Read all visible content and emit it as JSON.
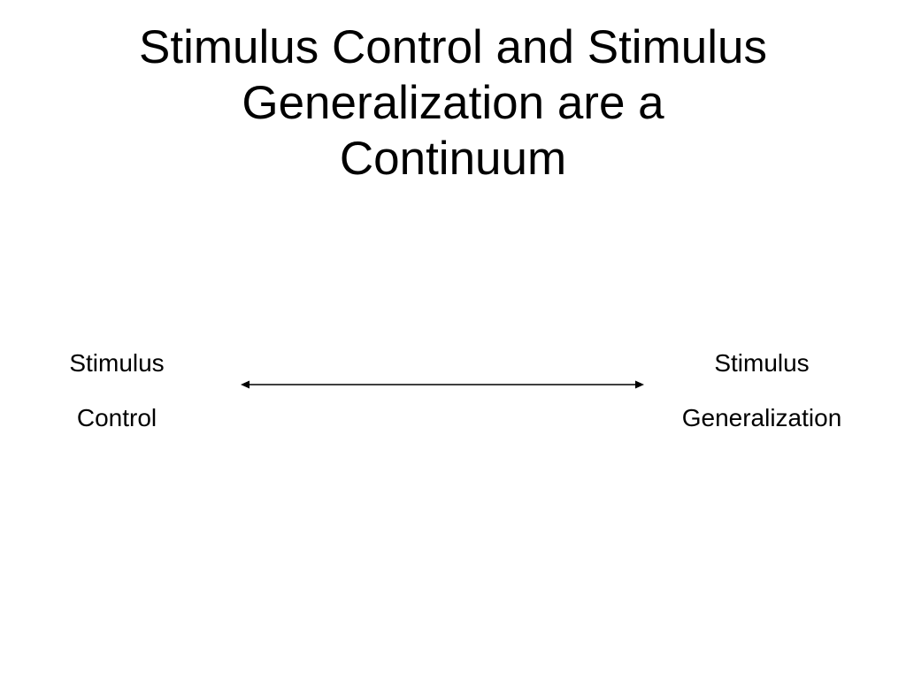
{
  "slide": {
    "title_lines": [
      "Stimulus Control and Stimulus",
      "Generalization are a",
      "Continuum"
    ],
    "left_end": {
      "lines": [
        "Stimulus",
        "Control"
      ]
    },
    "right_end": {
      "lines": [
        "Stimulus",
        "Generalization"
      ]
    },
    "arrow": {
      "direction": "bidirectional",
      "color": "#000000"
    }
  }
}
